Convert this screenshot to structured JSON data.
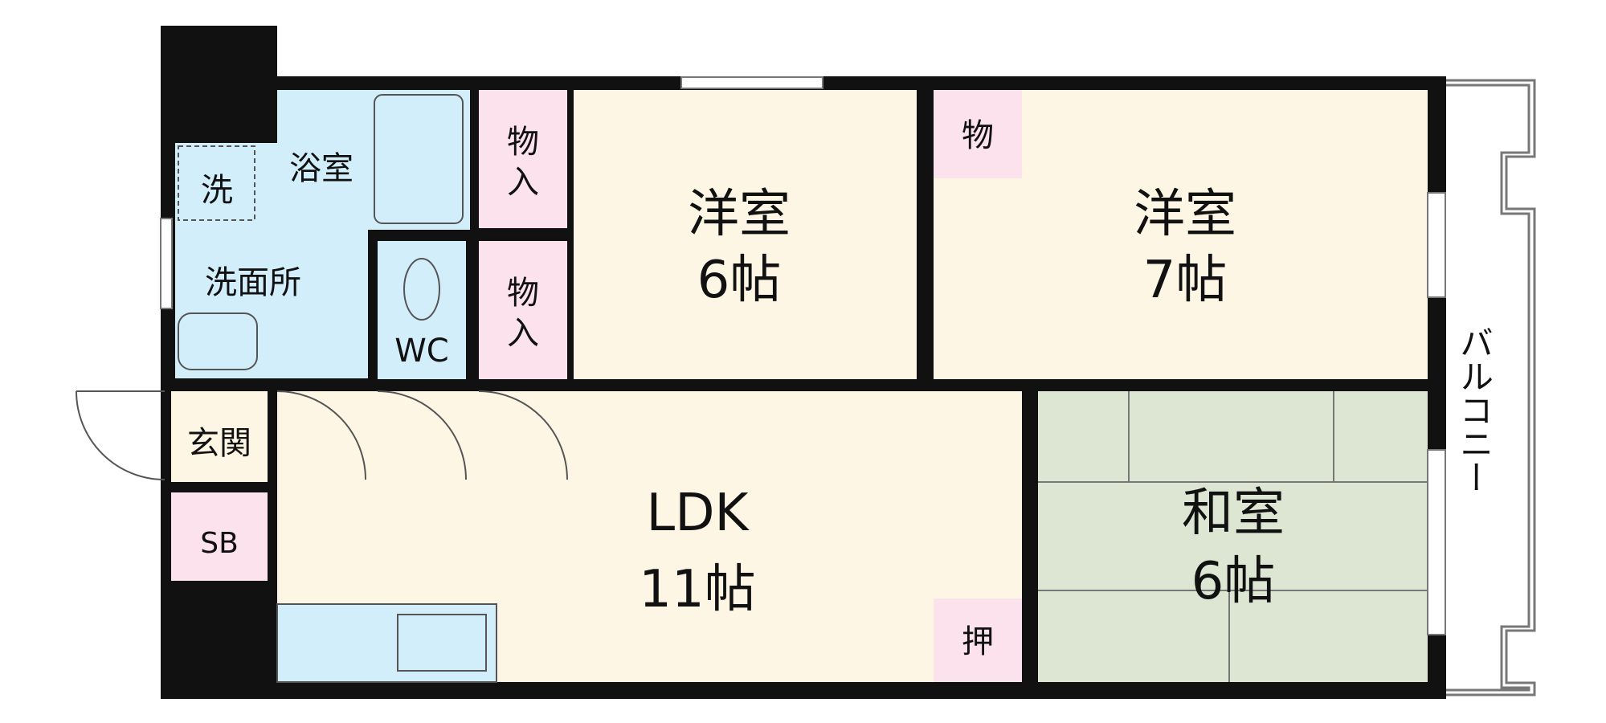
{
  "colors": {
    "wall": "#111111",
    "floor_wood": "#fdf6e4",
    "wet_area": "#d3eefb",
    "storage": "#fbe2ec",
    "tatami": "#dce6d2",
    "balcony": "#ffffff"
  },
  "rooms": {
    "western_6": {
      "name": "洋室",
      "size": "6帖"
    },
    "western_7": {
      "name": "洋室",
      "size": "7帖"
    },
    "ldk": {
      "name": "LDK",
      "size": "11帖"
    },
    "japanese": {
      "name": "和室",
      "size": "6帖"
    },
    "bathroom": {
      "name": "浴室"
    },
    "washroom": {
      "name": "洗面所"
    },
    "washer": {
      "name": "洗"
    },
    "toilet": {
      "name": "WC"
    },
    "entrance": {
      "name": "玄関"
    },
    "shoebox": {
      "name": "SB"
    },
    "storage_upper": {
      "line1": "物",
      "line2": "入"
    },
    "storage_lower": {
      "line1": "物",
      "line2": "入"
    },
    "storage_small": {
      "name": "物"
    },
    "oshiire": {
      "name": "押"
    },
    "balcony": {
      "name": "バルコニー"
    }
  }
}
